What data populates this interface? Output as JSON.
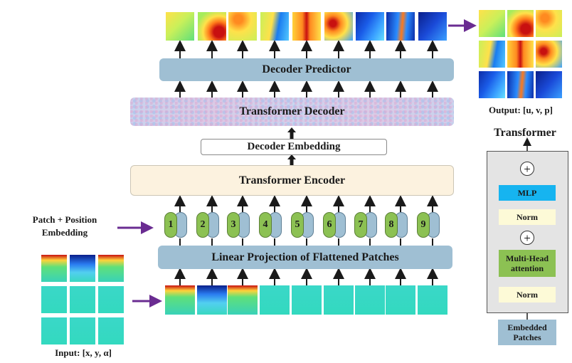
{
  "blocks": {
    "decoder_predictor": "Decoder Predictor",
    "transformer_decoder": "Transformer Decoder",
    "decoder_embedding": "Decoder Embedding",
    "transformer_encoder": "Transformer Encoder",
    "linear_projection": "Linear Projection of Flattened Patches"
  },
  "labels": {
    "patch_position": "Patch + Position Embedding",
    "input": "Input: [x, y, α]",
    "output": "Output: [u, v, p]"
  },
  "patch_numbers": [
    "1",
    "2",
    "3",
    "4",
    "5",
    "6",
    "7",
    "8",
    "9"
  ],
  "transformer": {
    "title": "Transformer",
    "mlp": "MLP",
    "norm_top": "Norm",
    "multi_head": "Multi-Head attention",
    "norm_bottom": "Norm",
    "embedded_patches": "Embedded Patches",
    "plus": "+"
  },
  "colors": {
    "arrow_purple": "#6a2c91",
    "projection_blue": "#9fbfd3",
    "encoder_cream": "#fcf2df",
    "mlp_cyan": "#16b4f0",
    "embedding_green": "#8cc153"
  }
}
